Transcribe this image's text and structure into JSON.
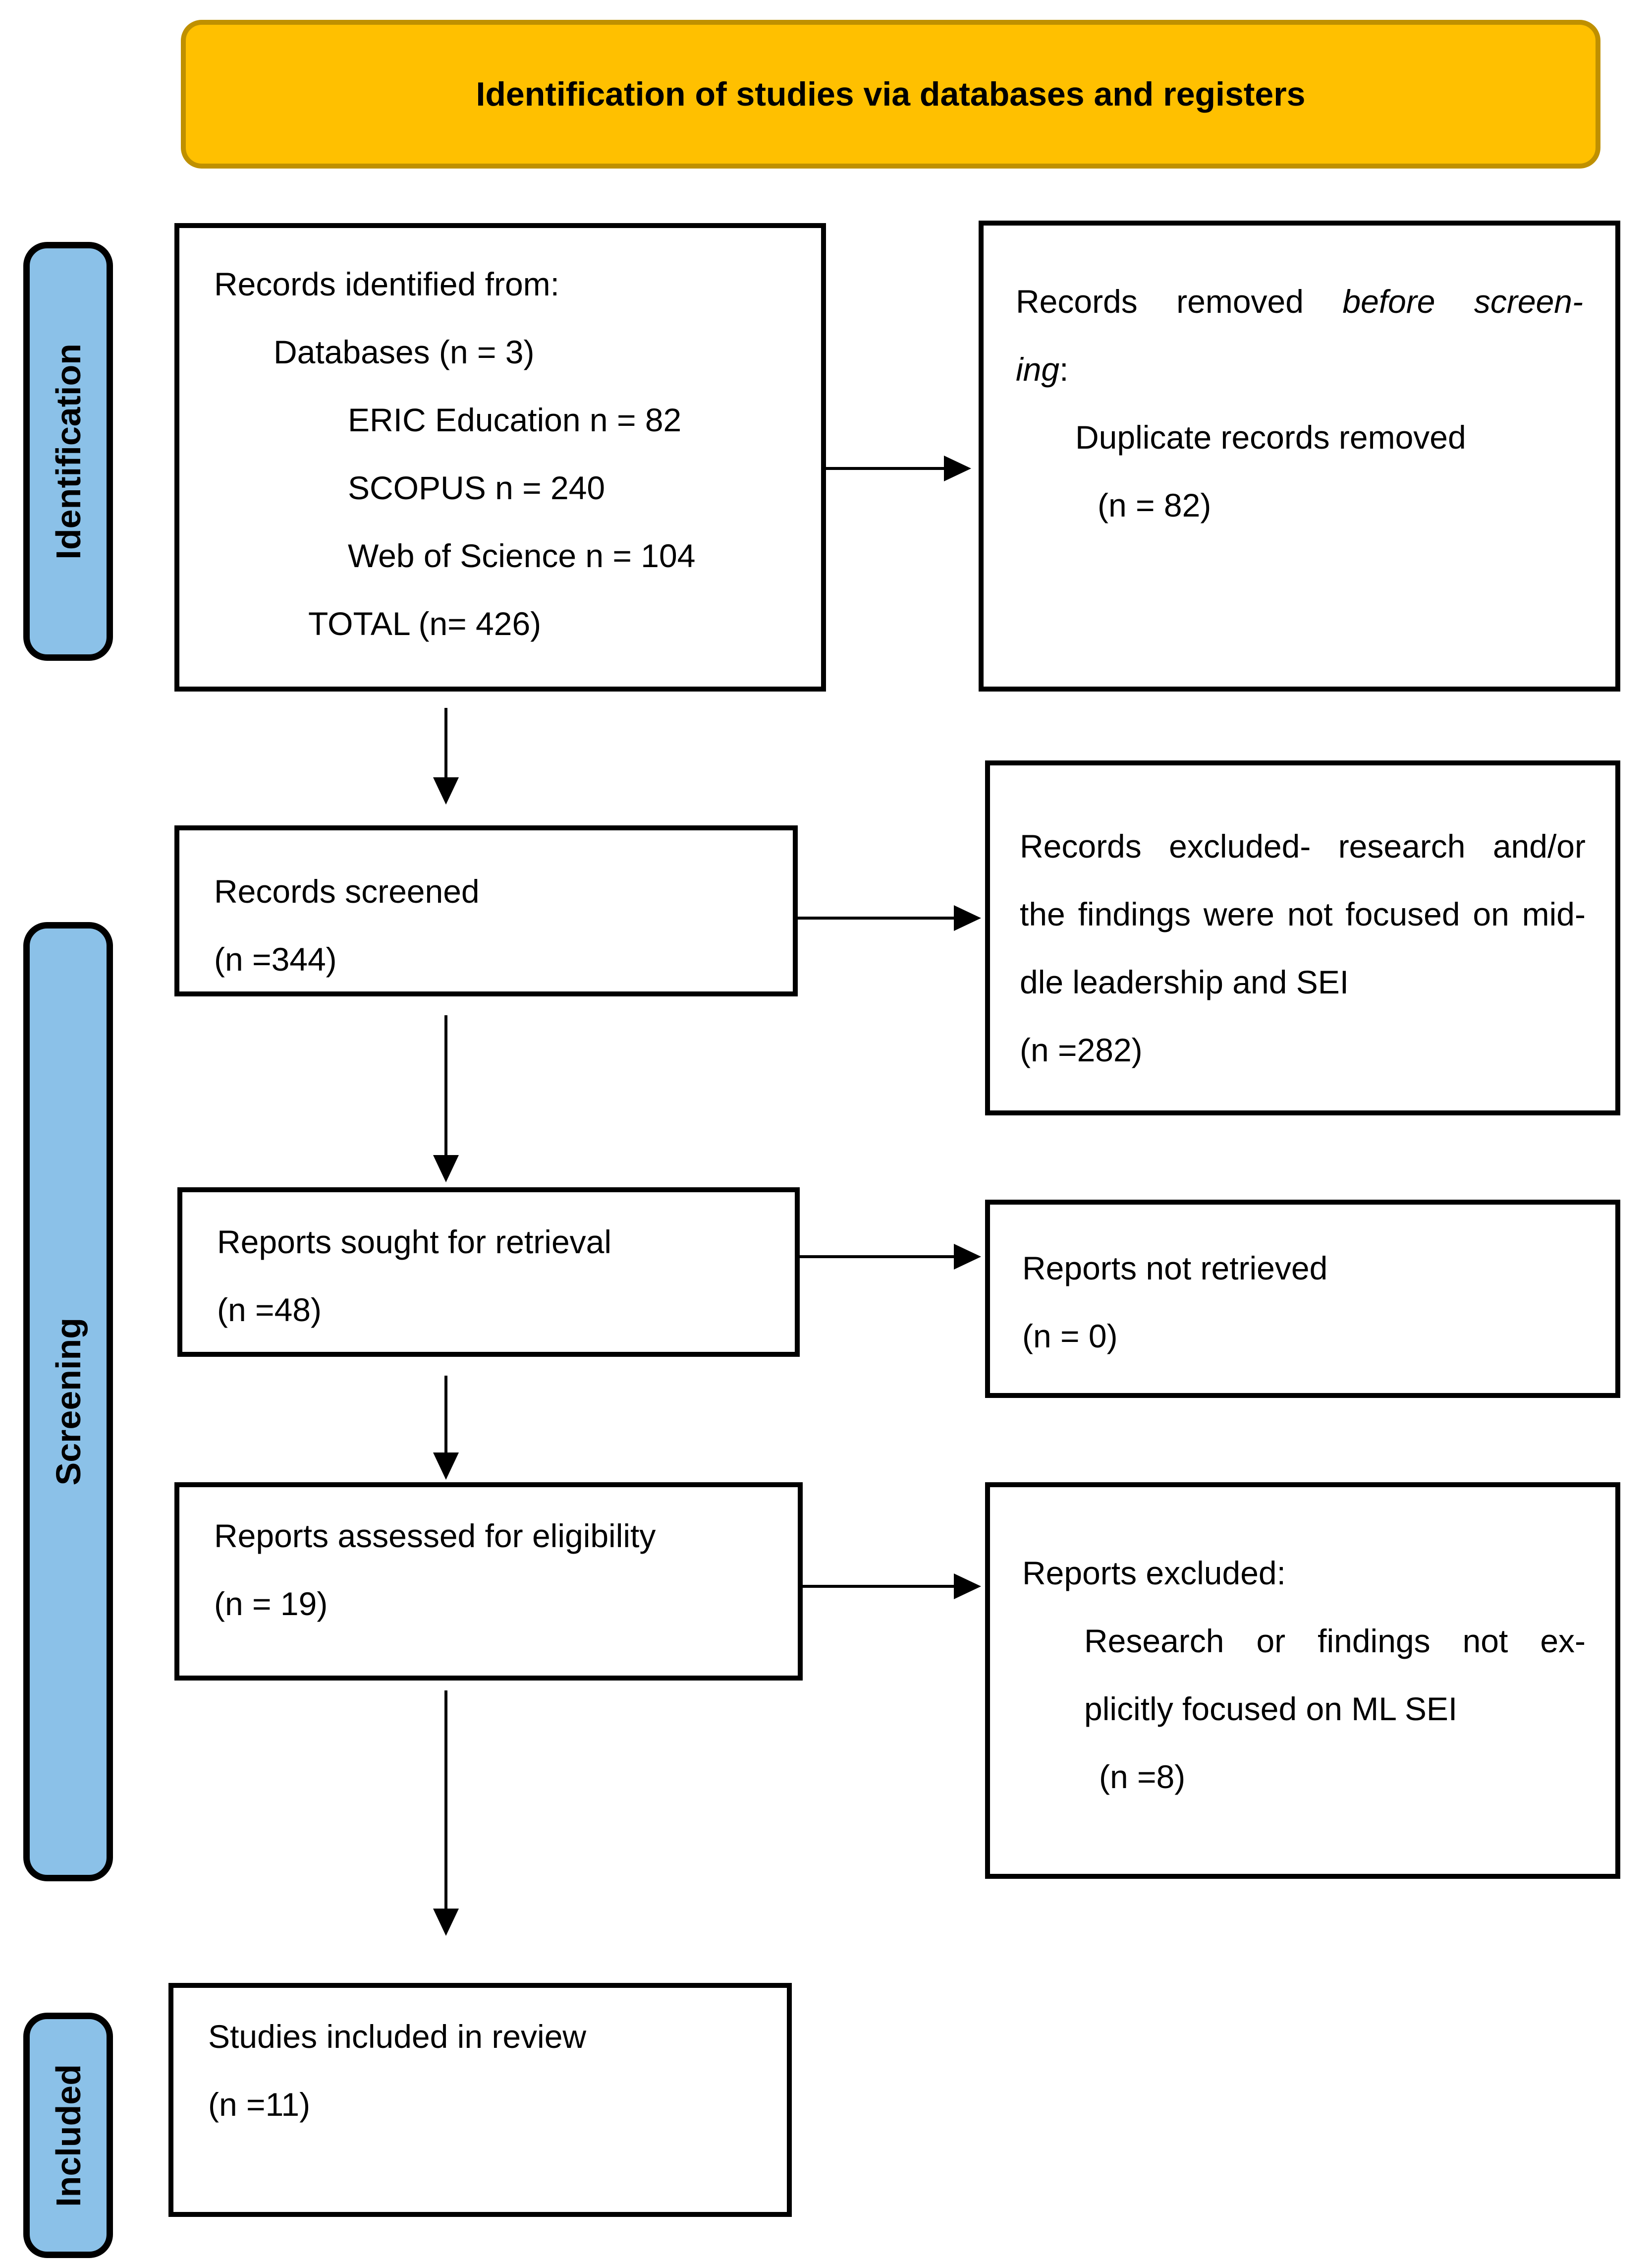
{
  "header": {
    "title": "Identification of studies via databases and registers"
  },
  "sidebar": {
    "identification": "Identification",
    "screening": "Screening",
    "included": "Included"
  },
  "boxes": {
    "identified": {
      "line1": "Records identified from:",
      "line2": "Databases (n = 3)",
      "line3": "ERIC Education n = 82",
      "line4": "SCOPUS n = 240",
      "line5": "Web of Science n = 104",
      "line6": "TOTAL (n= 426)"
    },
    "removed": {
      "line1_normal": "Records removed",
      "line1_italic": "before screen-",
      "line2_italic": "ing",
      "line2_colon": ":",
      "line3": "Duplicate records removed",
      "line4": "(n = 82)"
    },
    "screened": {
      "line1": "Records screened",
      "line2": "(n =344)"
    },
    "records_excluded": {
      "line1": "Records excluded- research and/or",
      "line2": "the findings were not focused on mid-",
      "line3": "dle leadership and SEI",
      "line4": "(n =282)"
    },
    "sought": {
      "line1": "Reports sought for retrieval",
      "line2": "(n =48)"
    },
    "not_retrieved": {
      "line1": "Reports not retrieved",
      "line2": "(n = 0)"
    },
    "assessed": {
      "line1": "Reports assessed for eligibility",
      "line2": "(n = 19)"
    },
    "reports_excluded": {
      "line1": "Reports excluded:",
      "line2": "Research or findings not ex-",
      "line3": "plicitly focused on ML SEI",
      "line4": "(n =8)"
    },
    "included_studies": {
      "line1": "Studies included in review",
      "line2": "(n =11)"
    }
  },
  "colors": {
    "header_fill": "#FFC000",
    "header_border": "#BF9000",
    "sidebar_fill": "#8BC1E8",
    "line_color": "#000000"
  }
}
